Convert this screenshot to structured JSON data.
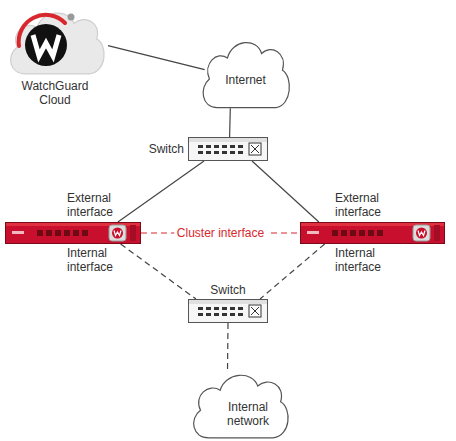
{
  "diagram": {
    "nodes": [
      {
        "text": [
          "WatchGuard Cloud"
        ]
      },
      {
        "text": [
          "Internet"
        ]
      },
      {
        "text": [
          "Switch"
        ]
      },
      {
        "text": [
          "External interface",
          "Internal interface"
        ]
      },
      {
        "text": [
          "External interface",
          "Internal interface"
        ]
      },
      {
        "text": [
          "Switch"
        ]
      },
      {
        "text": [
          "Internal network"
        ]
      }
    ],
    "edges": [
      {
        "from": 0,
        "to": 1,
        "arrow": "none"
      },
      {
        "from": 1,
        "to": 2,
        "arrow": "none"
      },
      {
        "from": 2,
        "to": 3,
        "arrow": "none"
      },
      {
        "from": 2,
        "to": 4,
        "arrow": "none"
      },
      {
        "from": 3,
        "to": 5,
        "arrow": "none"
      },
      {
        "from": 4,
        "to": 5,
        "arrow": "none"
      },
      {
        "from": 5,
        "to": 6,
        "arrow": "none"
      },
      {
        "from": 3,
        "to": 4,
        "label": "Cluster interface",
        "arrow": "none"
      }
    ]
  }
}
